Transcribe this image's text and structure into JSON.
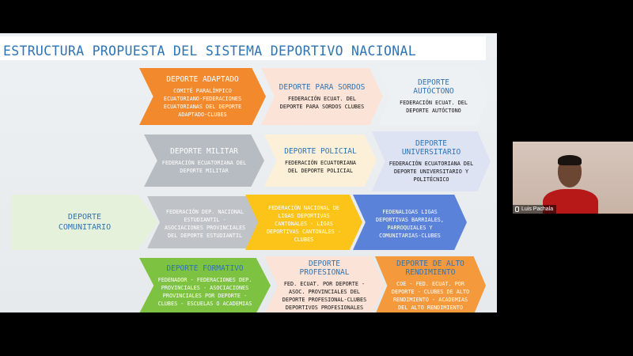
{
  "slide": {
    "title": "ESTRUCTURA PROPUESTA DEL SISTEMA DEPORTIVO NACIONAL",
    "shapes": [
      {
        "head": "DEPORTE ADAPTADO",
        "body": "COMITÉ PARALÍMPICO ECUATORIANO-FEDERACIONES ECUATORIANAS DEL DEPORTE ADAPTADO-CLUBES",
        "color": "#f28a2d"
      },
      {
        "head": "DEPORTE PARA SORDOS",
        "body": "FEDERACIÓN ECUAT. DEL DEPORTE PARA SORDOS CLUBES",
        "color": "#fbe3d7"
      },
      {
        "head": "DEPORTE AUTÓCTONO",
        "body": "FEDERACIÓN ECUAT. DEL DEPORTE AUTÓCTONO",
        "color": "#eef1f3"
      },
      {
        "head": "DEPORTE MILITAR",
        "body": "FEDERACIÓN ECUATORIANA DEL DEPORTE MILITAR",
        "color": "#b7bcc2"
      },
      {
        "head": "DEPORTE POLICIAL",
        "body": "FEDERACIÓN ECUATORIANA DEL DEPORTE POLICIAL",
        "color": "#fdf0d8"
      },
      {
        "head": "DEPORTE UNIVERSITARIO",
        "body": "FEDERACIÓN ECUATORIANA DEL DEPORTE UNIVERSITARIO Y POLITÉCNICO",
        "color": "#dde3f3"
      },
      {
        "head": "DEPORTE COMUNITARIO",
        "body": "",
        "color": "#e6f1dc"
      },
      {
        "head": "",
        "body": "FEDERACIÓN DEP. NACIONAL ESTUDIANTIL - ASOCIACIONES PROVINCIALES DEL DEPORTE ESTUDIANTIL",
        "color": "#bfc3c7"
      },
      {
        "head": "",
        "body": "FEDERACIÓN NACIONAL DE LIGAS DEPORTIVAS CANTONALES - LIGAS DEPORTIVAS CANTONALES - CLUBES",
        "color": "#fcc419"
      },
      {
        "head": "",
        "body": "FEDENALIGAS LIGAS DEPORTIVAS BARRIALES, PARROQUIALES Y COMUNITARIAS-CLUBES",
        "color": "#5b82d9"
      },
      {
        "head": "DEPORTE FORMATIVO",
        "body": "FEDENADOR - FEDERACIONES DEP. PROVINCIALES - ASOCIACIONES PROVINCIALES POR DEPORTE - CLUBES - ESCUELAS O ACADEMIAS",
        "color": "#7ec241"
      },
      {
        "head": "DEPORTE PROFESIONAL",
        "body": "FED. ECUAT. POR DEPORTE - ASOC. PROVINCIALES DEL DEPORTE PROFESIONAL-CLUBES DEPORTIVOS PROFESIONALES",
        "color": "#fbe3d7"
      },
      {
        "head": "DEPORTE DE ALTO RENDIMIENTO",
        "body": "COE - FED. ECUAT. POR DEPORTE - CLUBES DE ALTO RENDIMIENTO - ACADEMIAS DEL ALTO RENDIMIENTO",
        "color": "#f49a3c"
      }
    ]
  },
  "participant": {
    "name": "Luis Pachala"
  }
}
